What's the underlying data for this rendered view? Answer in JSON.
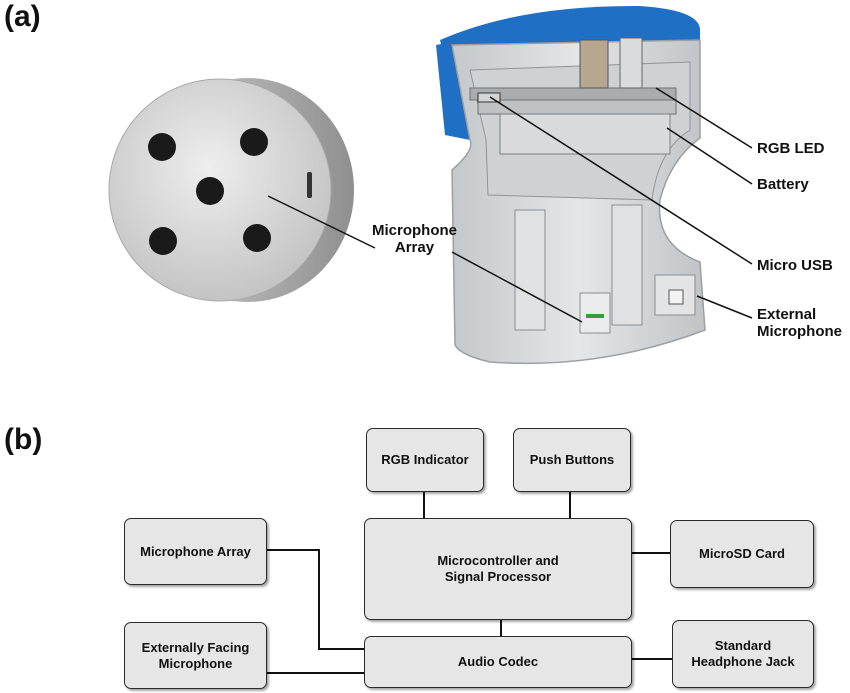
{
  "panels": {
    "a": "(a)",
    "b": "(b)"
  },
  "callouts": {
    "microphone_array": "Microphone\nArray",
    "rgb_led": "RGB LED",
    "battery": "Battery",
    "micro_usb": "Micro USB",
    "external_microphone": "External\nMicrophone"
  },
  "blocks": {
    "rgb_indicator": "RGB Indicator",
    "push_buttons": "Push Buttons",
    "microphone_array": "Microphone Array",
    "microcontroller": "Microcontroller and\nSignal Processor",
    "microsd": "MicroSD Card",
    "external_mic": "Externally Facing\nMicrophone",
    "audio_codec": "Audio Codec",
    "headphone_jack": "Standard\nHeadphone Jack"
  },
  "colors": {
    "device_shell": "#d3d6d8",
    "device_blue": "#1f6fc4",
    "port_hole": "#1a1a1a",
    "block_fill": "#e6e6e6"
  }
}
